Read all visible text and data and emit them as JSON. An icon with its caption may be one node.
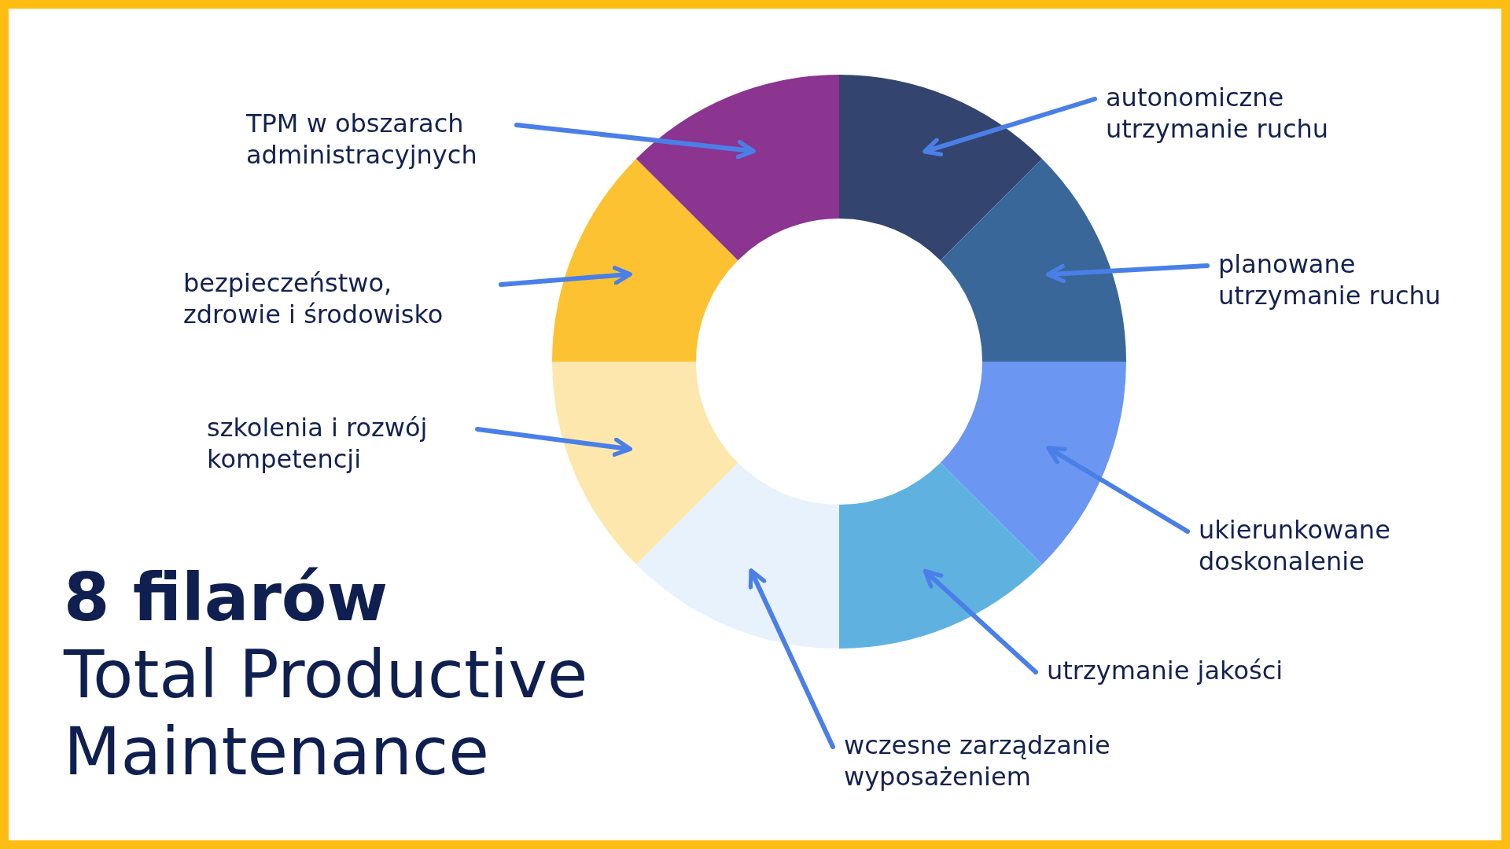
{
  "diagram": {
    "title": "**8 filarów** Total Productive Maintenance",
    "nodes": [
      {
        "text": [
          "TPM w obszarach administracyjnych"
        ]
      },
      {
        "text": [
          "autonomiczne utrzymanie ruchu"
        ]
      },
      {
        "text": [
          "bezpieczeństwo, zdrowie i środowisko"
        ]
      },
      {
        "text": [
          "planowane utrzymanie ruchu"
        ]
      },
      {
        "text": [
          "szkolenia i rozwój kompetencji"
        ]
      },
      {
        "text": [
          "ukierunkowane doskonalenie"
        ]
      },
      {
        "text": [
          "utrzymanie jakości"
        ]
      },
      {
        "text": [
          "wczesne zarządzanie wyposażeniem"
        ]
      },
      {
        "text": [],
        "shape": "wedge"
      },
      {
        "text": [],
        "shape": "wedge"
      },
      {
        "text": [],
        "shape": "wedge"
      },
      {
        "text": [],
        "shape": "wedge"
      },
      {
        "text": [],
        "shape": "wedge"
      },
      {
        "text": [],
        "shape": "wedge"
      },
      {
        "text": [],
        "shape": "wedge"
      },
      {
        "text": [],
        "shape": "wedge"
      }
    ],
    "edges": [
      {
        "from": 0,
        "to": 15,
        "arrow": "to"
      },
      {
        "from": 1,
        "to": 8,
        "arrow": "to"
      },
      {
        "from": 2,
        "to": 14,
        "arrow": "to"
      },
      {
        "from": 3,
        "to": 9,
        "arrow": "to"
      },
      {
        "from": 4,
        "to": 13,
        "arrow": "to"
      },
      {
        "from": 5,
        "to": 10,
        "arrow": "to"
      },
      {
        "from": 6,
        "to": 11,
        "arrow": "to"
      },
      {
        "from": 7,
        "to": 12,
        "arrow": "to"
      }
    ]
  }
}
